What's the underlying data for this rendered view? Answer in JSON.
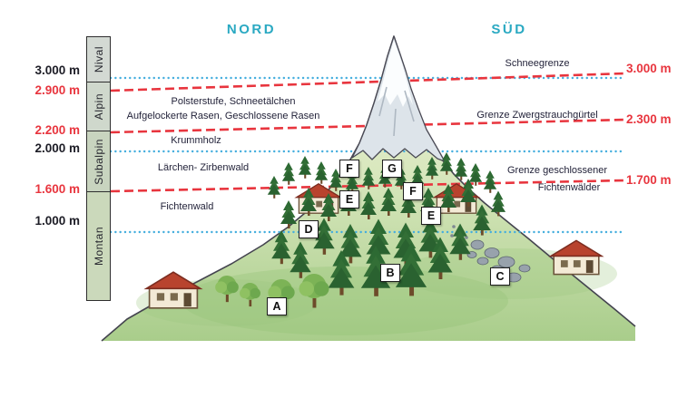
{
  "colors": {
    "teal": "#2aa9c2",
    "red": "#e8353e",
    "ink": "#23233a",
    "blue-line": "#45aede",
    "red-line": "#e8353e"
  },
  "header": {
    "north_label": "NORD",
    "south_label": "SÜD"
  },
  "zone_bar": {
    "zones": [
      {
        "label": "Nival"
      },
      {
        "label": "Alpin"
      },
      {
        "label": "Subalpin"
      },
      {
        "label": "Montan"
      }
    ]
  },
  "altitude_labels": {
    "left": [
      {
        "value": "3.000 m",
        "type": "contour"
      },
      {
        "value": "2.900 m",
        "type": "boundary"
      },
      {
        "value": "2.200 m",
        "type": "boundary"
      },
      {
        "value": "2.000 m",
        "type": "contour"
      },
      {
        "value": "1.600 m",
        "type": "boundary"
      },
      {
        "value": "1.000 m",
        "type": "contour"
      }
    ],
    "right": [
      {
        "value": "3.000 m",
        "type": "boundary"
      },
      {
        "value": "2.300 m",
        "type": "boundary"
      },
      {
        "value": "1.700 m",
        "type": "boundary"
      }
    ]
  },
  "annotations": {
    "schneegrenze": "Schneegrenze",
    "polsterstufe": "Polsterstufe, Schneetälchen",
    "rasen": "Aufgelockerte Rasen, Geschlossene Rasen",
    "zwergstrauch": "Grenze Zwergstrauchgürtel",
    "krummholz": "Krummholz",
    "laerchen_zirbenwald": "Lärchen- Zirbenwald",
    "fichtengrenze_line1": "Grenze geschlossener",
    "fichtengrenze_line2": "Fichtenwälder",
    "fichtenwald": "Fichtenwald"
  },
  "markers": [
    {
      "letter": "A"
    },
    {
      "letter": "B"
    },
    {
      "letter": "C"
    },
    {
      "letter": "D"
    },
    {
      "letter": "E"
    },
    {
      "letter": "E"
    },
    {
      "letter": "F"
    },
    {
      "letter": "F"
    },
    {
      "letter": "G"
    }
  ]
}
